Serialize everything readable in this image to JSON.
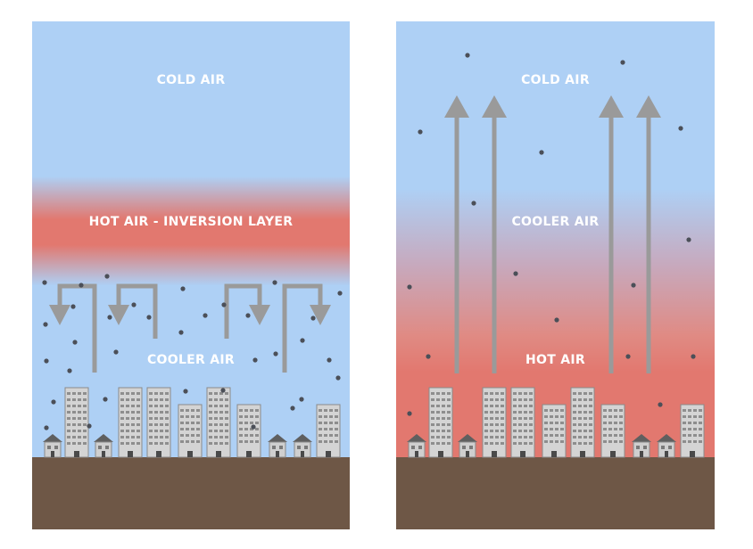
{
  "panels": {
    "inversion": {
      "cold_air": "COLD AIR",
      "inversion_layer": "HOT AIR - INVERSION LAYER",
      "cooler_air": "COOLER AIR"
    },
    "normal": {
      "cold_air": "COLD AIR",
      "cooler_air": "COOLER AIR",
      "hot_air": "HOT AIR"
    }
  },
  "colors": {
    "sky_blue": "#aed0f5",
    "hot_red": "#e2786f",
    "ground": "#6e5746",
    "arrow_gray": "#9a9a9a",
    "building": "#d4d4d4",
    "pollution_dot": "#4b4f58"
  }
}
